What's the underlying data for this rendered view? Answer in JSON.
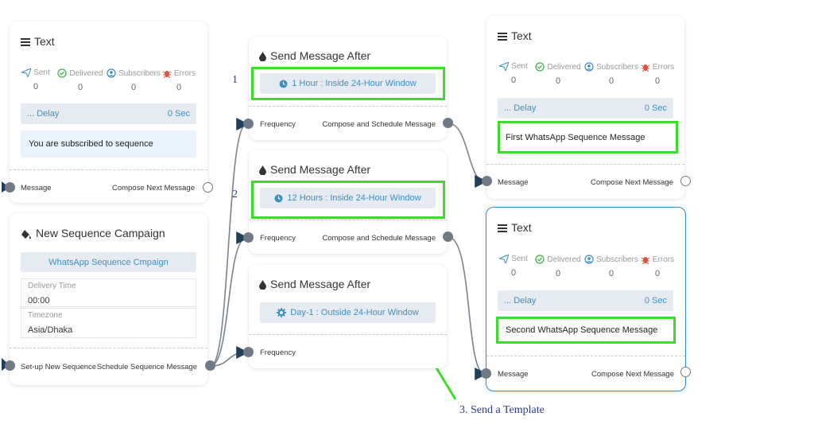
{
  "text_node_a": {
    "title": "Text",
    "stats": [
      {
        "label": "Sent",
        "value": "0"
      },
      {
        "label": "Delivered",
        "value": "0"
      },
      {
        "label": "Subscribers",
        "value": "0"
      },
      {
        "label": "Errors",
        "value": "0"
      }
    ],
    "delay_label": "... Delay",
    "delay_value": "0 Sec",
    "message": "You are subscribed to sequence",
    "left_port_label": "Message",
    "right_port_label": "Compose Next Message"
  },
  "campaign_node": {
    "title": "New Sequence Campaign",
    "campaign_button": "WhatsApp Sequence Cmpaign",
    "delivery_time_label": "Delivery Time",
    "delivery_time_value": "00:00",
    "timezone_label": "Timezone",
    "timezone_value": "Asia/Dhaka",
    "left_port_label": "Set-up New Sequence",
    "right_port_label": "Schedule Sequence Message"
  },
  "send_after_1": {
    "title": "Send Message After",
    "time_label": "1 Hour : Inside 24-Hour Window",
    "left_port_label": "Frequency",
    "right_port_label": "Compose and Schedule Message"
  },
  "send_after_2": {
    "title": "Send Message After",
    "time_label": "12 Hours : Inside 24-Hour Window",
    "left_port_label": "Frequency",
    "right_port_label": "Compose and Schedule Message"
  },
  "send_after_3": {
    "title": "Send Message After",
    "time_label": "Day-1 : Outside 24-Hour Window",
    "left_port_label": "Frequency"
  },
  "text_node_b": {
    "title": "Text",
    "stats": [
      {
        "label": "Sent",
        "value": "0"
      },
      {
        "label": "Delivered",
        "value": "0"
      },
      {
        "label": "Subscribers",
        "value": "0"
      },
      {
        "label": "Errors",
        "value": "0"
      }
    ],
    "delay_label": "... Delay",
    "delay_value": "0 Sec",
    "message": "First WhatsApp Sequence Message",
    "left_port_label": "Message",
    "right_port_label": "Compose Next Message"
  },
  "text_node_c": {
    "title": "Text",
    "stats": [
      {
        "label": "Sent",
        "value": "0"
      },
      {
        "label": "Delivered",
        "value": "0"
      },
      {
        "label": "Subscribers",
        "value": "0"
      },
      {
        "label": "Errors",
        "value": "0"
      }
    ],
    "delay_label": "... Delay",
    "delay_value": "0 Sec",
    "message": "Second WhatsApp Sequence Message",
    "left_port_label": "Message",
    "right_port_label": "Compose Next Message"
  },
  "annotations": {
    "step1": "1",
    "step2": "2",
    "step3": "3. Send a Template"
  },
  "colors": {
    "accent": "#3a8fc0",
    "highlight": "#3ddc2a",
    "annotation": "#2d3a8c",
    "port": "#707a86",
    "stat_sent": "#3a8fc0",
    "stat_delivered": "#3cb043",
    "stat_subscribers": "#3a8fc0",
    "stat_errors": "#e0533d"
  }
}
